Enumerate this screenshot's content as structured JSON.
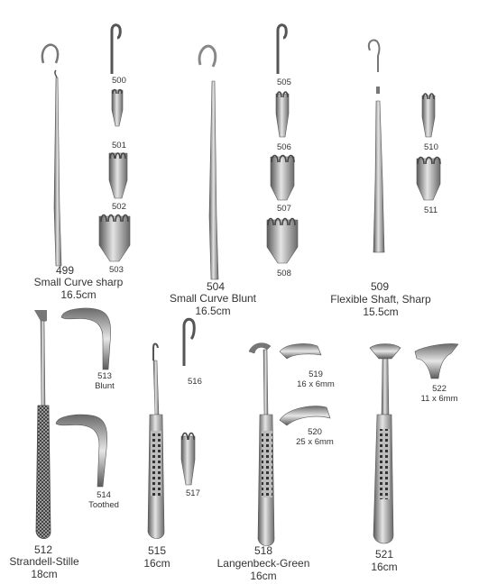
{
  "items": [
    {
      "id": "499",
      "num": "499",
      "name": "Small Curve sharp",
      "size": "16.5cm"
    },
    {
      "id": "500",
      "num": "500"
    },
    {
      "id": "501",
      "num": "501"
    },
    {
      "id": "502",
      "num": "502"
    },
    {
      "id": "503",
      "num": "503"
    },
    {
      "id": "504",
      "num": "504",
      "name": "Small Curve Blunt",
      "size": "16.5cm"
    },
    {
      "id": "505",
      "num": "505"
    },
    {
      "id": "506",
      "num": "506"
    },
    {
      "id": "507",
      "num": "507"
    },
    {
      "id": "508",
      "num": "508"
    },
    {
      "id": "509",
      "num": "509",
      "name": "Flexible Shaft, Sharp",
      "size": "15.5cm"
    },
    {
      "id": "510",
      "num": "510"
    },
    {
      "id": "511",
      "num": "511"
    },
    {
      "id": "512",
      "num": "512",
      "name": "Strandell-Stille",
      "size": "18cm"
    },
    {
      "id": "513",
      "num": "513",
      "note": "Blunt"
    },
    {
      "id": "514",
      "num": "514",
      "note": "Toothed"
    },
    {
      "id": "515",
      "num": "515",
      "size": "16cm"
    },
    {
      "id": "516",
      "num": "516"
    },
    {
      "id": "517",
      "num": "517"
    },
    {
      "id": "518",
      "num": "518",
      "name": "Langenbeck-Green",
      "size": "16cm"
    },
    {
      "id": "519",
      "num": "519",
      "note": "16 x 6mm"
    },
    {
      "id": "520",
      "num": "520",
      "note": "25 x 6mm"
    },
    {
      "id": "521",
      "num": "521",
      "size": "16cm"
    },
    {
      "id": "522",
      "num": "522",
      "note": "11 x 6mm"
    }
  ]
}
